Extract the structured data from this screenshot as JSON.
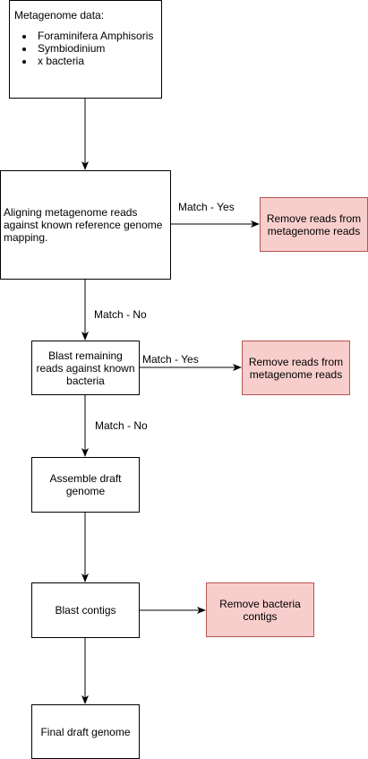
{
  "nodes": {
    "metagenome_data": {
      "title": "Metagenome data:",
      "items": [
        "Foraminifera Amphisoris",
        "Symbiodinium",
        "x bacteria"
      ]
    },
    "align_reads": "Aligning metagenome reads against known reference genome mapping.",
    "blast_remaining": "Blast remaining reads against known bacteria",
    "assemble_draft": "Assemble draft genome",
    "blast_contigs": "Blast contigs",
    "final_draft": "Final draft genome",
    "remove_reads_1": "Remove reads from metagenome reads",
    "remove_reads_2": "Remove reads from metagenome reads",
    "remove_bacteria": "Remove bacteria contigs"
  },
  "edge_labels": {
    "align_yes": "Match - Yes",
    "align_no": "Match - No",
    "blast_yes": "Match - Yes",
    "blast_no": "Match - No"
  },
  "colors": {
    "removal_fill": "#f8cecc",
    "removal_stroke": "#b85450",
    "line": "#000000"
  }
}
